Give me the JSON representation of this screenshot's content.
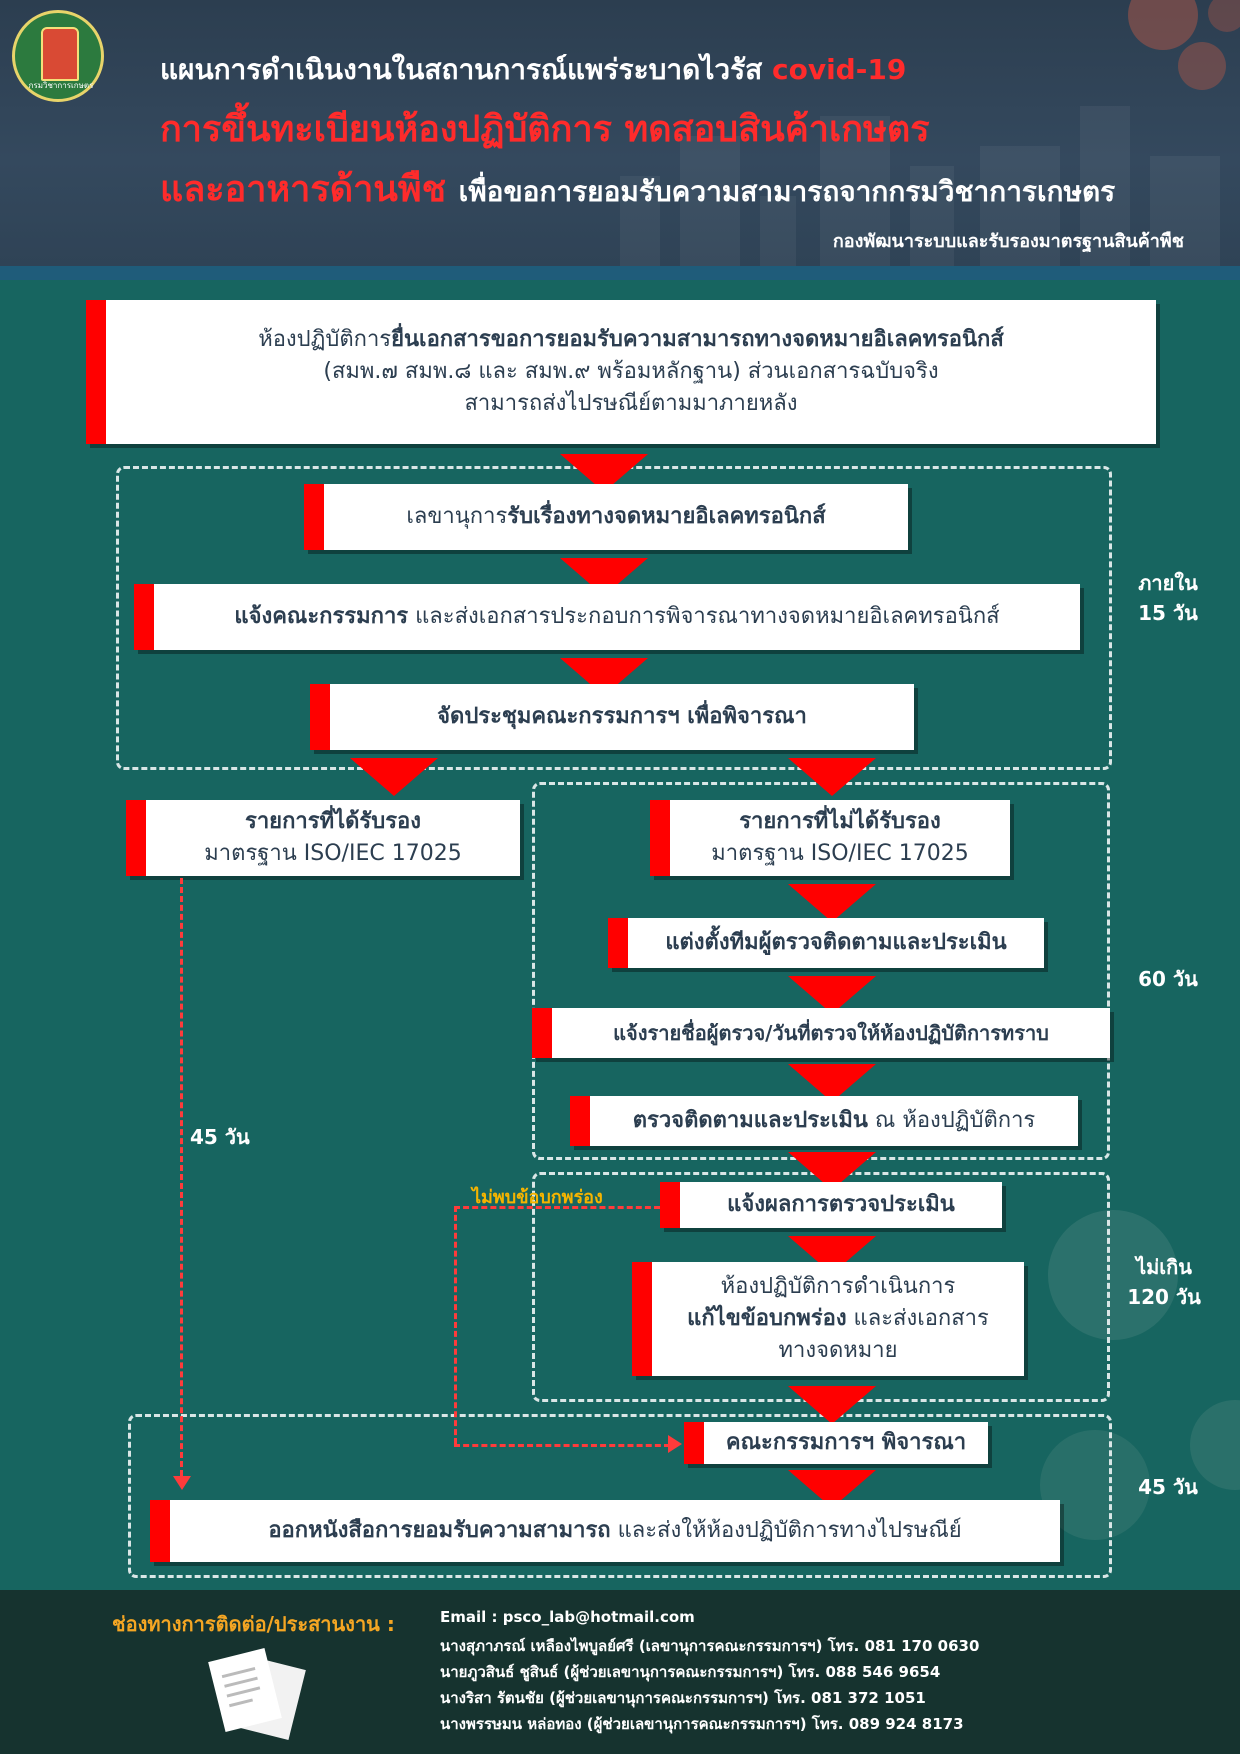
{
  "header": {
    "title_line1": "แผนการดำเนินงานในสถานการณ์แพร่ระบาดไวรัส",
    "title_line1_highlight": "covid-19",
    "title_line2": "การขึ้นทะเบียนห้องปฏิบัติการ ทดสอบสินค้าเกษตร",
    "title_line3_red": "และอาหารด้านพืช",
    "title_line3_white": "เพื่อขอการยอมรับความสามารถจากกรมวิชาการเกษตร",
    "department": "กองพัฒนาระบบและรับรองมาตรฐานสินค้าพืช",
    "logo_text": "กรมวิชาการเกษตร"
  },
  "steps": {
    "s1_a": "ห้องปฏิบัติการ",
    "s1_b": "ยื่นเอกสารขอการยอมรับความสามารถทางจดหมายอิเลคทรอนิกส์",
    "s1_c": "(สมพ.๗ สมพ.๘ และ สมพ.๙ พร้อมหลักฐาน) ส่วนเอกสารฉบับจริง",
    "s1_d": "สามารถส่งไปรษณีย์ตามมาภายหลัง",
    "s2_a": "เลขานุการ",
    "s2_b": "รับเรื่องทางจดหมายอิเลคทรอนิกส์",
    "s3_a": "แจ้งคณะกรรมการ",
    "s3_b": " และส่งเอกสารประกอบการพิจารณาทางจดหมายอิเลคทรอนิกส์",
    "s4": "จัดประชุมคณะกรรมการฯ เพื่อพิจารณา",
    "s5_a": "รายการที่ได้รับรอง",
    "s5_b": "มาตรฐาน ISO/IEC 17025",
    "s6_a": "รายการที่ไม่ได้รับรอง",
    "s6_b": "มาตรฐาน ISO/IEC 17025",
    "s7": "แต่งตั้งทีมผู้ตรวจติดตามและประเมิน",
    "s8": "แจ้งรายชื่อผู้ตรวจ/วันที่ตรวจให้ห้องปฏิบัติการทราบ",
    "s9_a": "ตรวจติดตามและประเมิน",
    "s9_b": " ณ ห้องปฏิบัติการ",
    "s10": "แจ้งผลการตรวจประเมิน",
    "s11_a": "ห้องปฏิบัติการดำเนินการ",
    "s11_b": "แก้ไขข้อบกพร่อง",
    "s11_c": " และส่งเอกสาร",
    "s11_d": "ทางจดหมาย",
    "s12": "คณะกรรมการฯ พิจารณา",
    "s13_a": "ออกหนังสือการยอมรับความสามารถ",
    "s13_b": " และส่งให้ห้องปฏิบัติการทางไปรษณีย์"
  },
  "durations": {
    "d1_a": "ภายใน",
    "d1_b": "15 วัน",
    "d2": "60 วัน",
    "d3_a": "ไม่เกิน",
    "d3_b": "120 วัน",
    "d4": "45 วัน",
    "d_left": "45 วัน"
  },
  "no_defect_label": "ไม่พบข้อบกพร่อง",
  "contact": {
    "title": "ช่องทางการติดต่อ/ประสานงาน :",
    "email": "Email : psco_lab@hotmail.com",
    "people": [
      "นางสุภาภรณ์ เหลืองไพบูลย์ศรี (เลขานุการคณะกรรมการฯ)    โทร. 081 170 0630",
      "นายภูวสินธ์ ชูสินธ์ (ผู้ช่วยเลขานุการคณะกรรมการฯ)   โทร. 088 546 9654",
      "นางริสา รัตนชัย (ผู้ช่วยเลขานุการคณะกรรมการฯ) โทร. 081 372 1051",
      "นางพรรษมน หล่อทอง (ผู้ช่วยเลขานุการคณะกรรมการฯ)   โทร. 089 924 8173"
    ]
  },
  "colors": {
    "background": "#176560",
    "header": "#2c3e50",
    "accent_red": "#ff0000",
    "highlight_orange": "#f5a623",
    "footer": "#16332f"
  }
}
